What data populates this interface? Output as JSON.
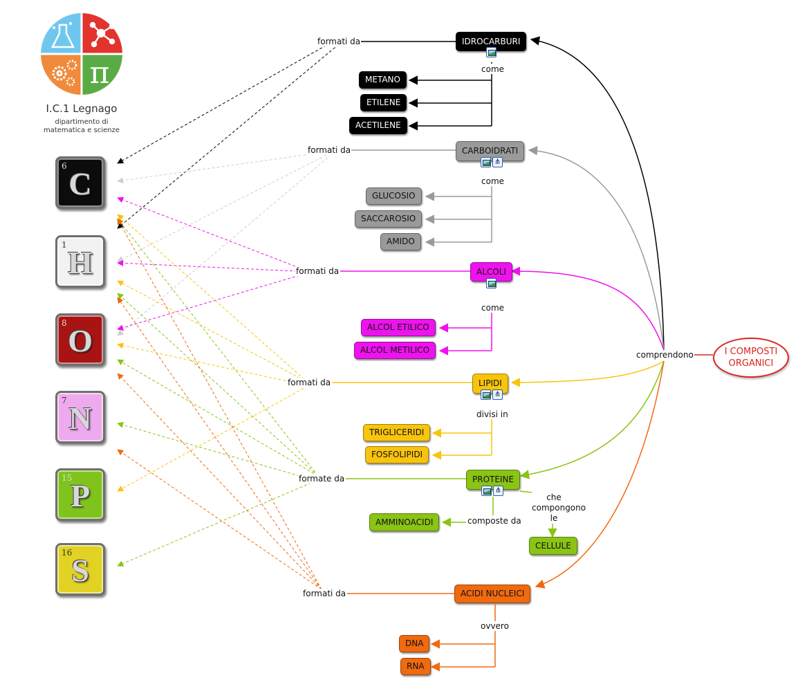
{
  "logo": {
    "school": "I.C.1 Legnago",
    "dept_line1": "dipartimento di",
    "dept_line2": "matematica e scienze",
    "quadrant_colors": [
      "#6fc7ee",
      "#e2332d",
      "#f08a3c",
      "#5aab45"
    ],
    "pi": "π"
  },
  "root": {
    "line1": "I COMPOSTI",
    "line2": "ORGANICI",
    "color": "#d8261f"
  },
  "root_link": "comprendono",
  "elements": [
    {
      "symbol": "C",
      "number": "6",
      "color": "#0c0c0c",
      "num_color": "#dddddd"
    },
    {
      "symbol": "H",
      "number": "1",
      "color": "#f2f2f2",
      "num_color": "#333333"
    },
    {
      "symbol": "O",
      "number": "8",
      "color": "#a81414",
      "num_color": "#dddddd"
    },
    {
      "symbol": "N",
      "number": "7",
      "color": "#eeaaee",
      "num_color": "#333333"
    },
    {
      "symbol": "P",
      "number": "15",
      "color": "#7fc31c",
      "num_color": "#dddddd"
    },
    {
      "symbol": "S",
      "number": "16",
      "color": "#e2d223",
      "num_color": "#333333"
    }
  ],
  "groups": [
    {
      "label": "IDROCARBURI",
      "color": "#000000",
      "text_color": "#ffffff",
      "link_label": "formati da",
      "sub_link": "come",
      "children": [
        "METANO",
        "ETILENE",
        "ACETILENE"
      ]
    },
    {
      "label": "CARBOIDRATI",
      "color": "#9a9a9a",
      "text_color": "#111111",
      "link_label": "formati da",
      "sub_link": "come",
      "children": [
        "GLUCOSIO",
        "SACCAROSIO",
        "AMIDO"
      ]
    },
    {
      "label": "ALCOLI",
      "color": "#ee12ee",
      "text_color": "#111111",
      "link_label": "formati da",
      "sub_link": "come",
      "children": [
        "ALCOL ETILICO",
        "ALCOL METILICO"
      ]
    },
    {
      "label": "LIPIDI",
      "color": "#f8c40c",
      "text_color": "#111111",
      "link_label": "formati da",
      "sub_link": "divisi in",
      "children": [
        "TRIGLICERIDI",
        "FOSFOLIPIDI"
      ]
    },
    {
      "label": "PROTEINE",
      "color": "#8ac414",
      "text_color": "#111111",
      "link_label": "formate da",
      "sub_link": "composte da",
      "children": [
        "AMMINOACIDI"
      ],
      "extra_link": "che compongono le",
      "extra_child": "CELLULE"
    },
    {
      "label": "ACIDI NUCLEICI",
      "color": "#f06a10",
      "text_color": "#111111",
      "link_label": "formati da",
      "sub_link": "ovvero",
      "children": [
        "DNA",
        "RNA"
      ]
    }
  ]
}
